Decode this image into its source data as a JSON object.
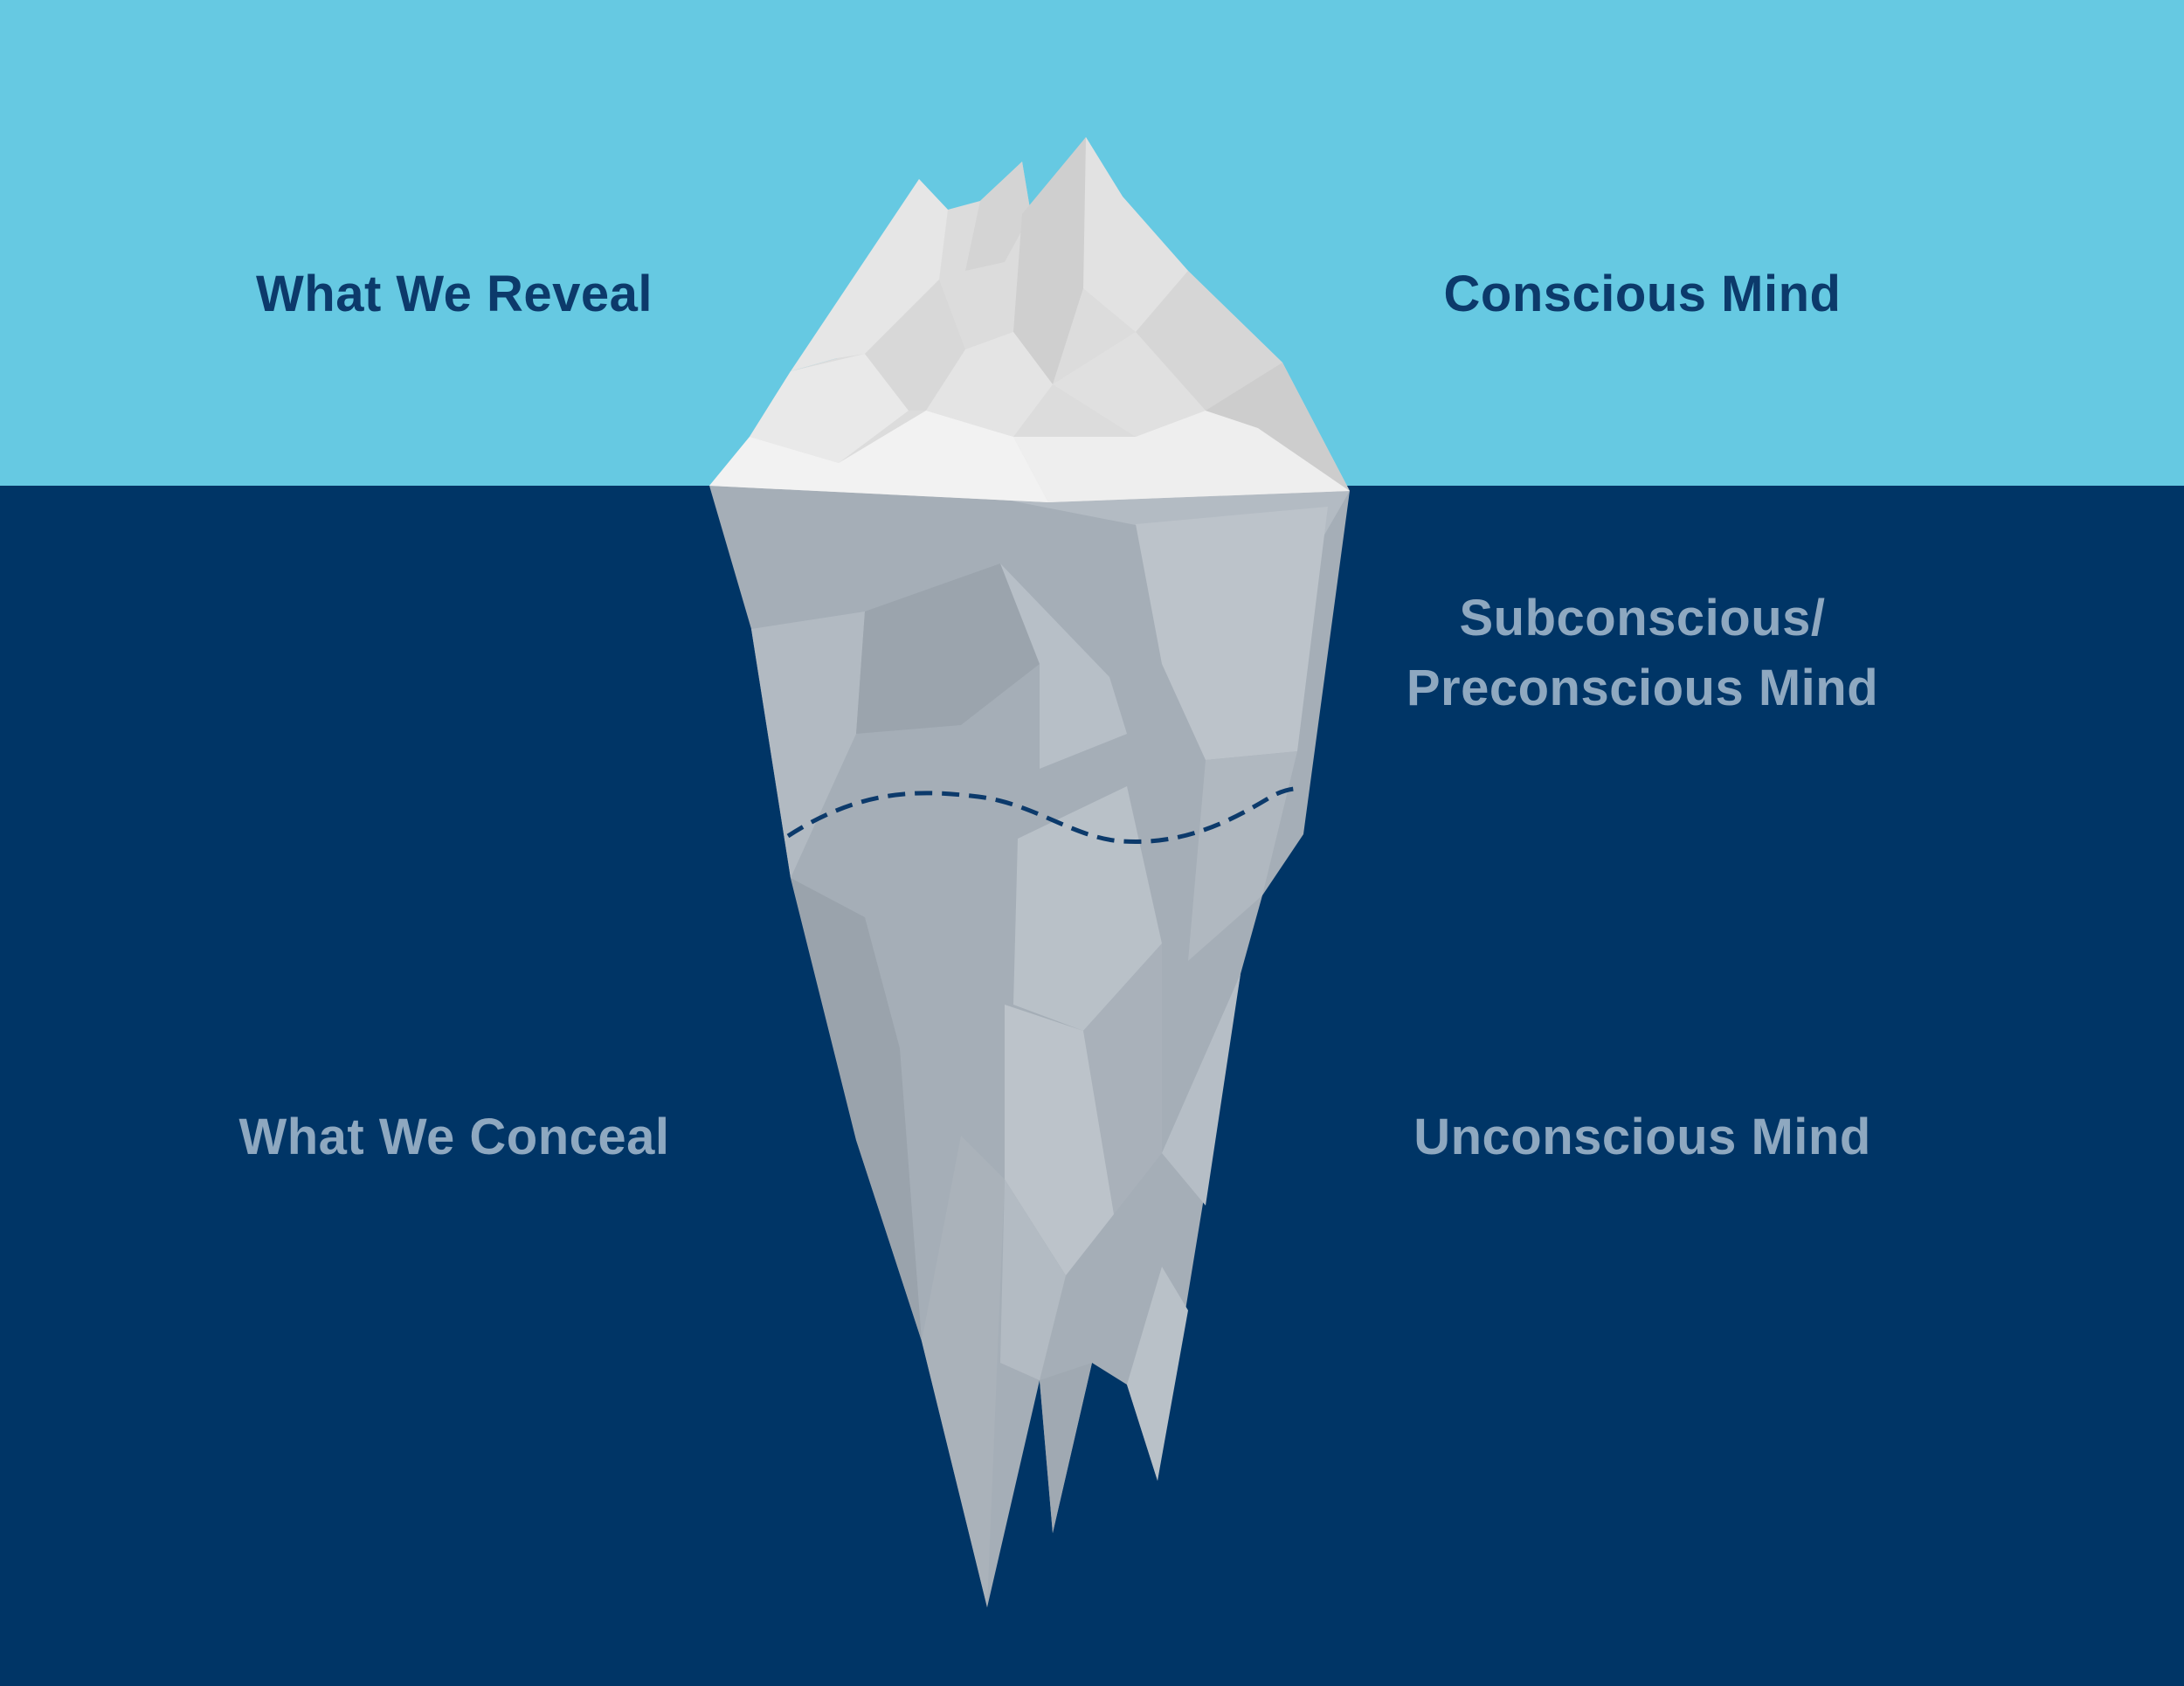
{
  "colors": {
    "sky": "#66c9e2",
    "deep_water": "#003566",
    "dark_label": "#0c3a6b",
    "pale_label": "#8ea8c0",
    "divider_dash": "#0c3a6b"
  },
  "labels": {
    "reveal": "What We Reveal",
    "conscious": "Conscious Mind",
    "subconscious_line1": "Subconscious/",
    "subconscious_line2": "Preconscious Mind",
    "conceal": "What We Conceal",
    "unconscious": "Unconscious Mind"
  }
}
